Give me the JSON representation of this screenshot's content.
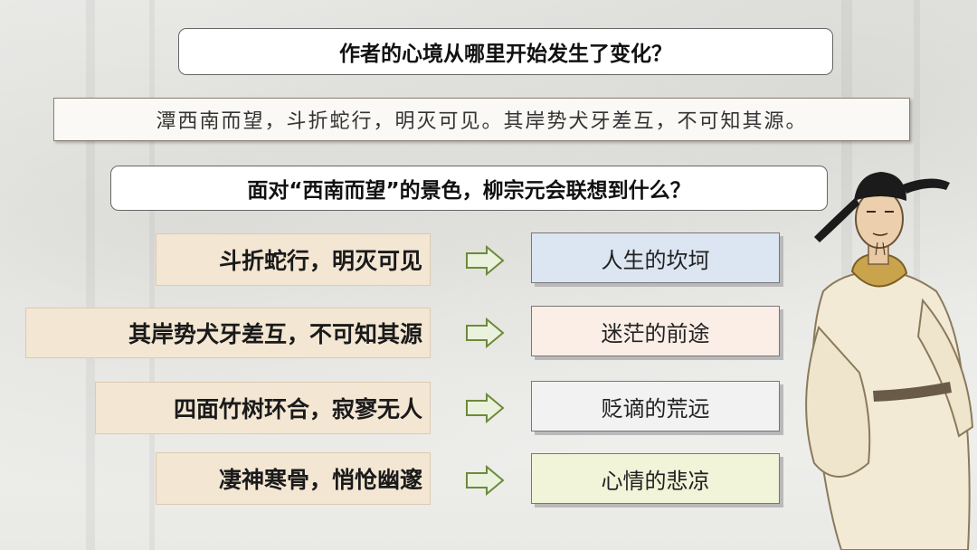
{
  "question_1": "作者的心境从哪里开始发生了变化？",
  "quote": "潭西南而望，斗折蛇行，明灭可见。其岸势犬牙差互，不可知其源。",
  "question_2": "面对“西南而望”的景色，柳宗元会联想到什么？",
  "rows": [
    {
      "text": "斗折蛇行，明灭可见",
      "result": "人生的坎坷",
      "result_color": "#dce6f2"
    },
    {
      "text": "其岸势犬牙差互，不可知其源",
      "result": "迷茫的前途",
      "result_color": "#fbeee6"
    },
    {
      "text": "四面竹树环合，寂寥无人",
      "result": "贬谪的荒远",
      "result_color": "#f2f2f2"
    },
    {
      "text": "凄神寒骨，悄怆幽邃",
      "result": "心情的悲凉",
      "result_color": "#f1f4d9"
    }
  ],
  "colors": {
    "arrow_fill": "#eaf1dd",
    "arrow_stroke": "#6d8a3a",
    "label_bg": "#f3e6d3"
  },
  "icons": {
    "arrow": "right-arrow-icon",
    "figure": "poet-illustration"
  }
}
